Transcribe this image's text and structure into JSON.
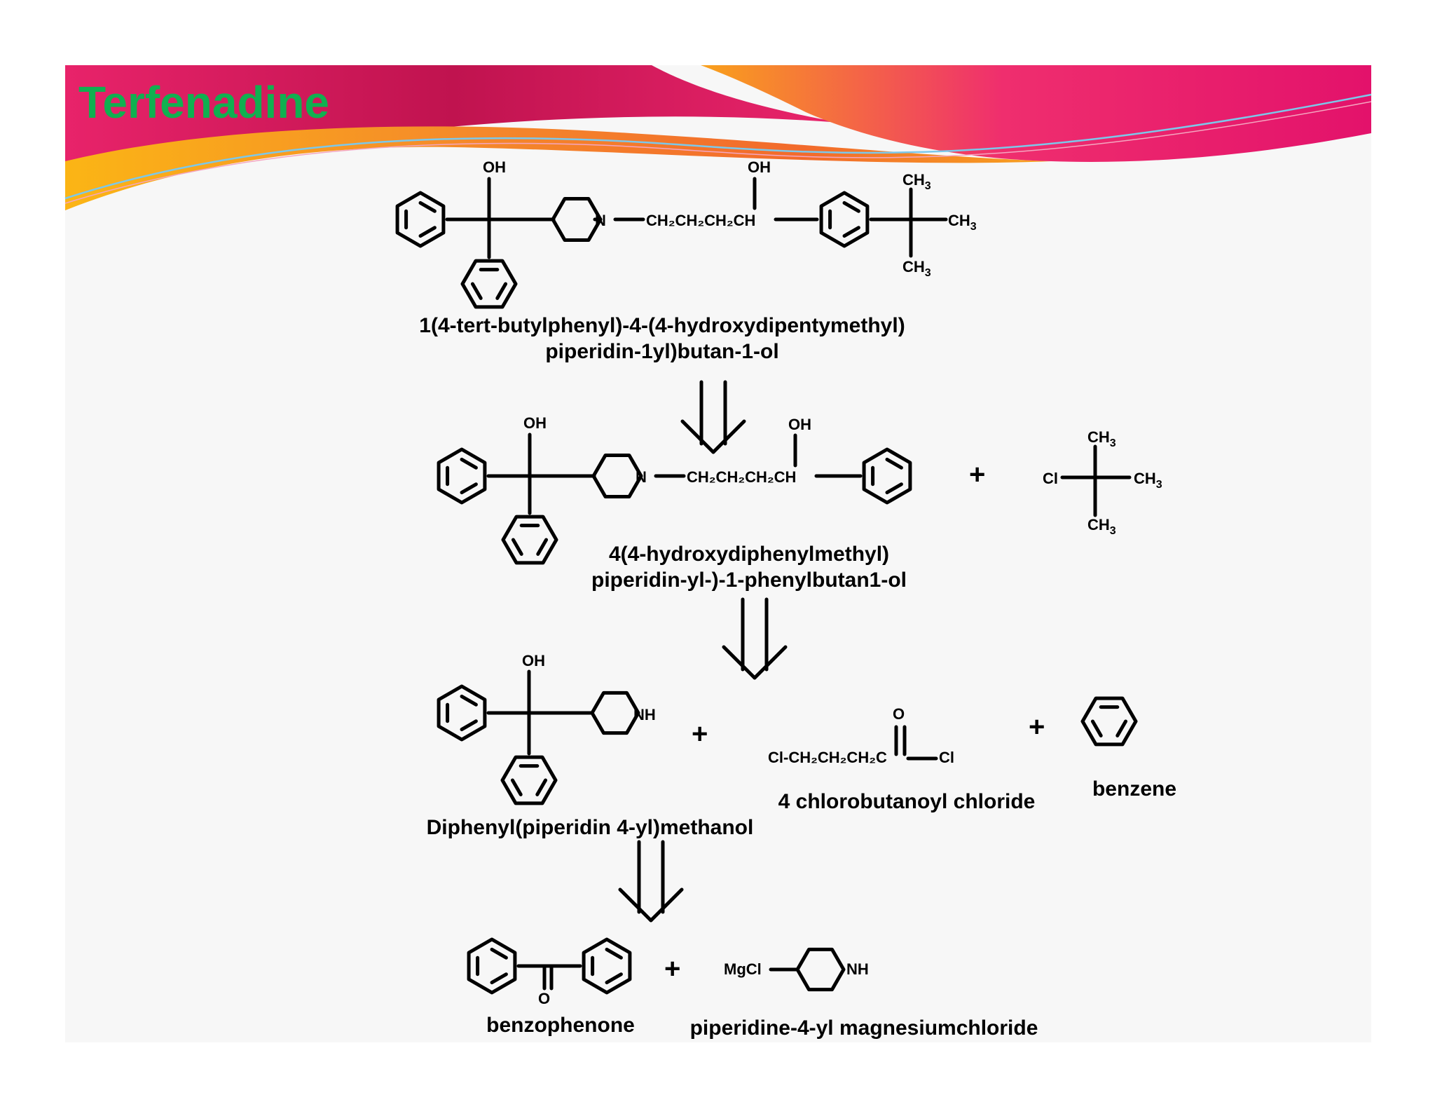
{
  "title": "Terfenadine",
  "atoms": {
    "oh": "OH",
    "n": "N",
    "nh": "NH",
    "o": "O",
    "cl": "Cl",
    "ch3": "CH",
    "ch3_sub": "3",
    "chain": "CH₂CH₂CH₂CH",
    "chloro_chain": "Cl-CH₂CH₂CH₂C",
    "mgcl": "MgCl"
  },
  "plus": "+",
  "compounds": {
    "terfenadine_name_1": "1(4-tert-butylphenyl)-4-(4-hydroxydipentymethyl)",
    "terfenadine_name_2": "piperidin-1yl)butan-1-ol",
    "intermediate_name_1": "4(4-hydroxydiphenylmethyl)",
    "intermediate_name_2": "piperidin-yl-)-1-phenylbutan1-ol",
    "diphenyl_name": "Diphenyl(piperidin 4-yl)methanol",
    "chlorobutanoyl_name": "4 chlorobutanoyl chloride",
    "benzene_name": "benzene",
    "benzophenone_name": "benzophenone",
    "grignard_name": "piperidine-4-yl magnesiumchloride"
  },
  "colors": {
    "title": "#10b050",
    "banner_magenta": "#d81b60",
    "banner_orange": "#f7941d",
    "banner_pink": "#ec1c74",
    "banner_yellow": "#fdb813",
    "slide_bg": "#f7f7f7"
  }
}
